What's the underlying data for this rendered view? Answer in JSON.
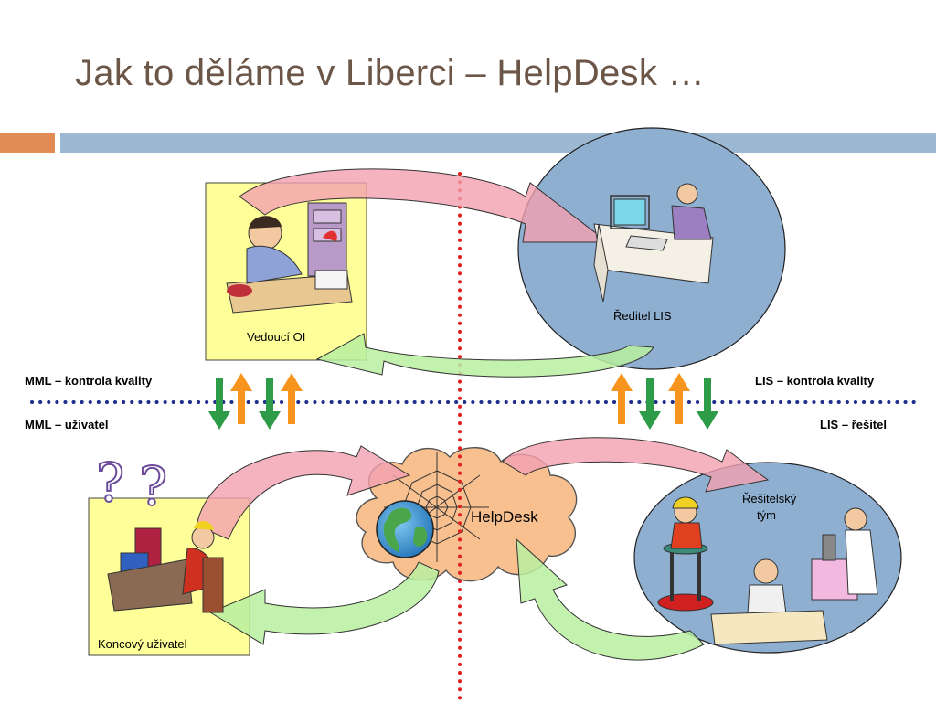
{
  "title": "Jak to děláme v Liberci – HelpDesk …",
  "boxes": {
    "vedouci": "Vedoucí OI",
    "koncovy": "Koncový uživatel"
  },
  "ellipses": {
    "reditel": "Ředitel LIS",
    "resitelsky_line1": "Řešitelský",
    "resitelsky_line2": "tým"
  },
  "center": "HelpDesk",
  "side_labels": {
    "mml_kontrola": "MML – kontrola kvality",
    "mml_uzivatel": "MML – uživatel",
    "lis_kontrola": "LIS – kontrola kvality",
    "lis_resitel": "LIS – řešitel"
  },
  "colors": {
    "title": "#6b5648",
    "accent_orange": "#e08c54",
    "accent_blue": "#9cb8d2",
    "box_fill": "#ffff99",
    "ellipse_fill": "#8fafd0",
    "cloud_fill": "#f9c08f",
    "arrow_green": "#2e9b48",
    "arrow_orange": "#f7941d",
    "divider_blue": "#1f2e8c",
    "divider_red": "#e02020"
  }
}
